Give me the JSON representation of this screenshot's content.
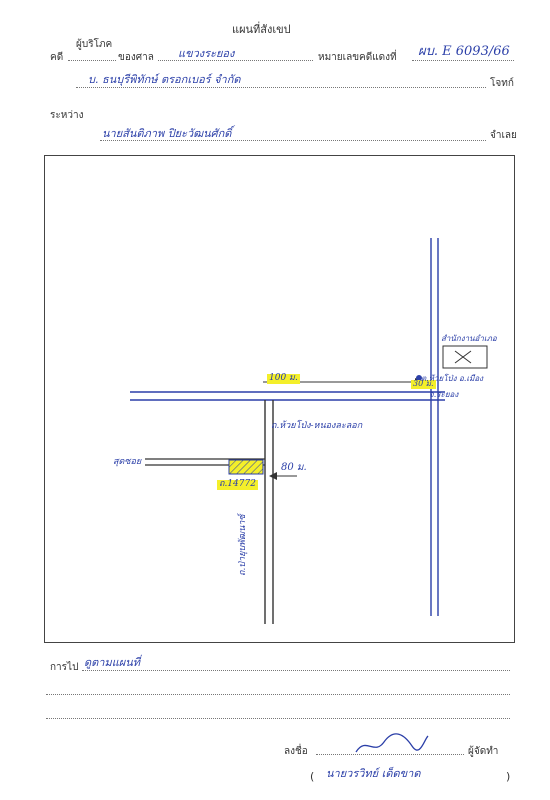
{
  "header": {
    "title": "แผนที่สังเขป",
    "plaintiff_label": "ผู้บริโภค",
    "case_label": "คดี",
    "court_label": "ของศาล",
    "court_value": "แขวงระยอง",
    "case_no_label": "หมายเลขคดีแดงที่",
    "case_no_value": "ผบ. E 6093/66",
    "plaintiff_value": "บ. ธนบุรีพิทักษ์ ตรอกเบอร์ จำกัด",
    "plaintiff_role": "โจทก์",
    "between_label": "ระหว่าง",
    "defendant_value": "นายสันติภาพ ปิยะวัฒนศักดิ์",
    "defendant_role": "จำเลย"
  },
  "map": {
    "road_horizontal_dist": "100 ม.",
    "road_offset_dist": "30 ม.",
    "side_road_dist": "80 ม.",
    "house_number": "ถ.14772",
    "road_name_vertical": "ถ.ห้วยโป่ง-หนองละลอก",
    "road_name_bottom": "ถ.ป่ายุบพัฒนาซ์",
    "side_label": "สุดซอย",
    "landmark_box_label": "สำนักงานอำเภอ",
    "landmark_area_line1": "ต.ห้วยโป่ง อ.เมือง",
    "landmark_area_line2": "จ.ระยอง"
  },
  "footer": {
    "note_label": "การไป",
    "note_value": "ดูตามแผนที่",
    "sign_label": "ลงชื่อ",
    "sign_role": "ผู้จัดทำ",
    "signer_name": "นายวรวิทย์ เด็ดขาด",
    "paren_open": "(",
    "paren_close": ")"
  }
}
